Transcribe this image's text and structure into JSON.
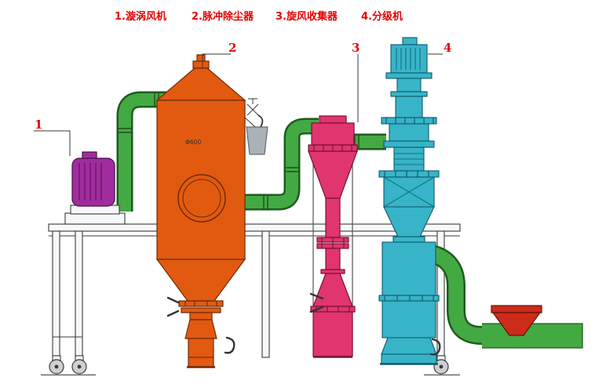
{
  "legend": {
    "items": [
      {
        "label": "1.漩涡风机"
      },
      {
        "label": "2.脉冲除尘器"
      },
      {
        "label": "3.旋风收集器"
      },
      {
        "label": "4.分级机"
      }
    ]
  },
  "callouts": {
    "blower": "1",
    "dust_collector": "2",
    "cyclone": "3",
    "classifier": "4"
  },
  "annotations": {
    "vessel_dimension": "Φ600"
  },
  "colors": {
    "legend_red": "#e80000",
    "pipe_green": "#43a943",
    "vessel_orange": "#e25a0f",
    "cyclone_pink": "#e0356e",
    "blower_purple": "#a02d9e",
    "classifier_cyan": "#38b4c8",
    "hopper_red": "#cd2b1a",
    "outline_dark": "#3a3a3a"
  }
}
